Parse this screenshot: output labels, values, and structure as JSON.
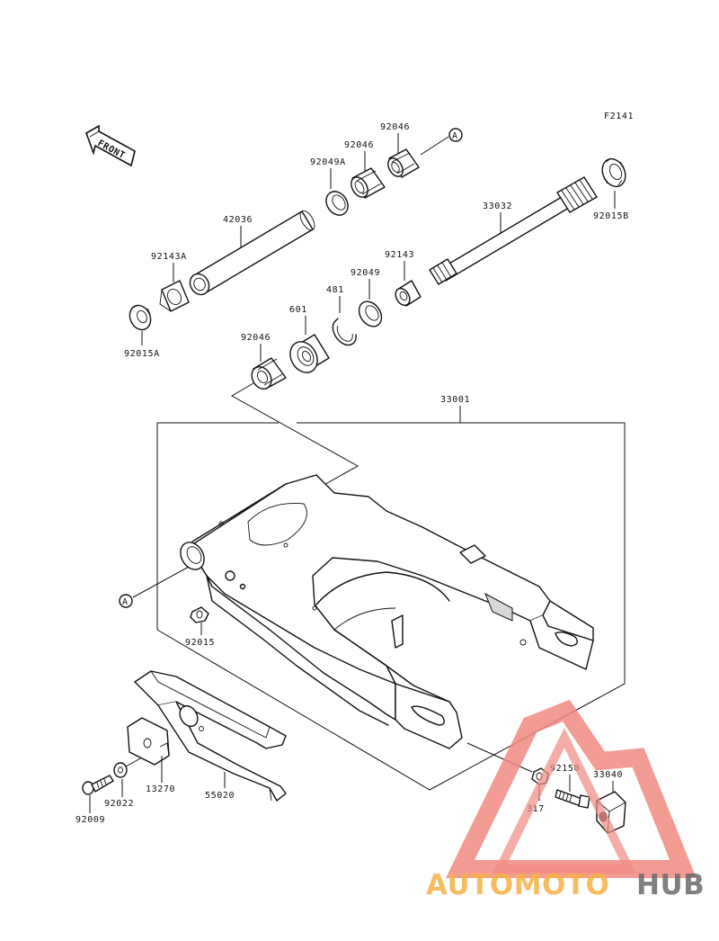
{
  "diagram": {
    "figure_id": "F2141",
    "front_label": "FRONT",
    "ref_mark": "A",
    "labels": {
      "p92046_top": "92046",
      "p92046_mid": "92046",
      "p92049A": "92049A",
      "p33032": "33032",
      "p92015B": "92015B",
      "p42036": "42036",
      "p92143A": "92143A",
      "p92015A": "92015A",
      "p92143": "92143",
      "p92049": "92049",
      "p481": "481",
      "p601": "601",
      "p92046_low": "92046",
      "p33001": "33001",
      "p92015": "92015",
      "p92150": "92150",
      "p33040": "33040",
      "p317": "317",
      "p13270": "13270",
      "p55020": "55020",
      "p92022": "92022",
      "p92009": "92009"
    }
  },
  "watermark": {
    "part1": "AUTOMOTO",
    "part2": "HUB",
    "colors": {
      "triangle": "#f08a80",
      "text_orange": "#f5b245",
      "text_gray": "#6a6a6a"
    }
  }
}
